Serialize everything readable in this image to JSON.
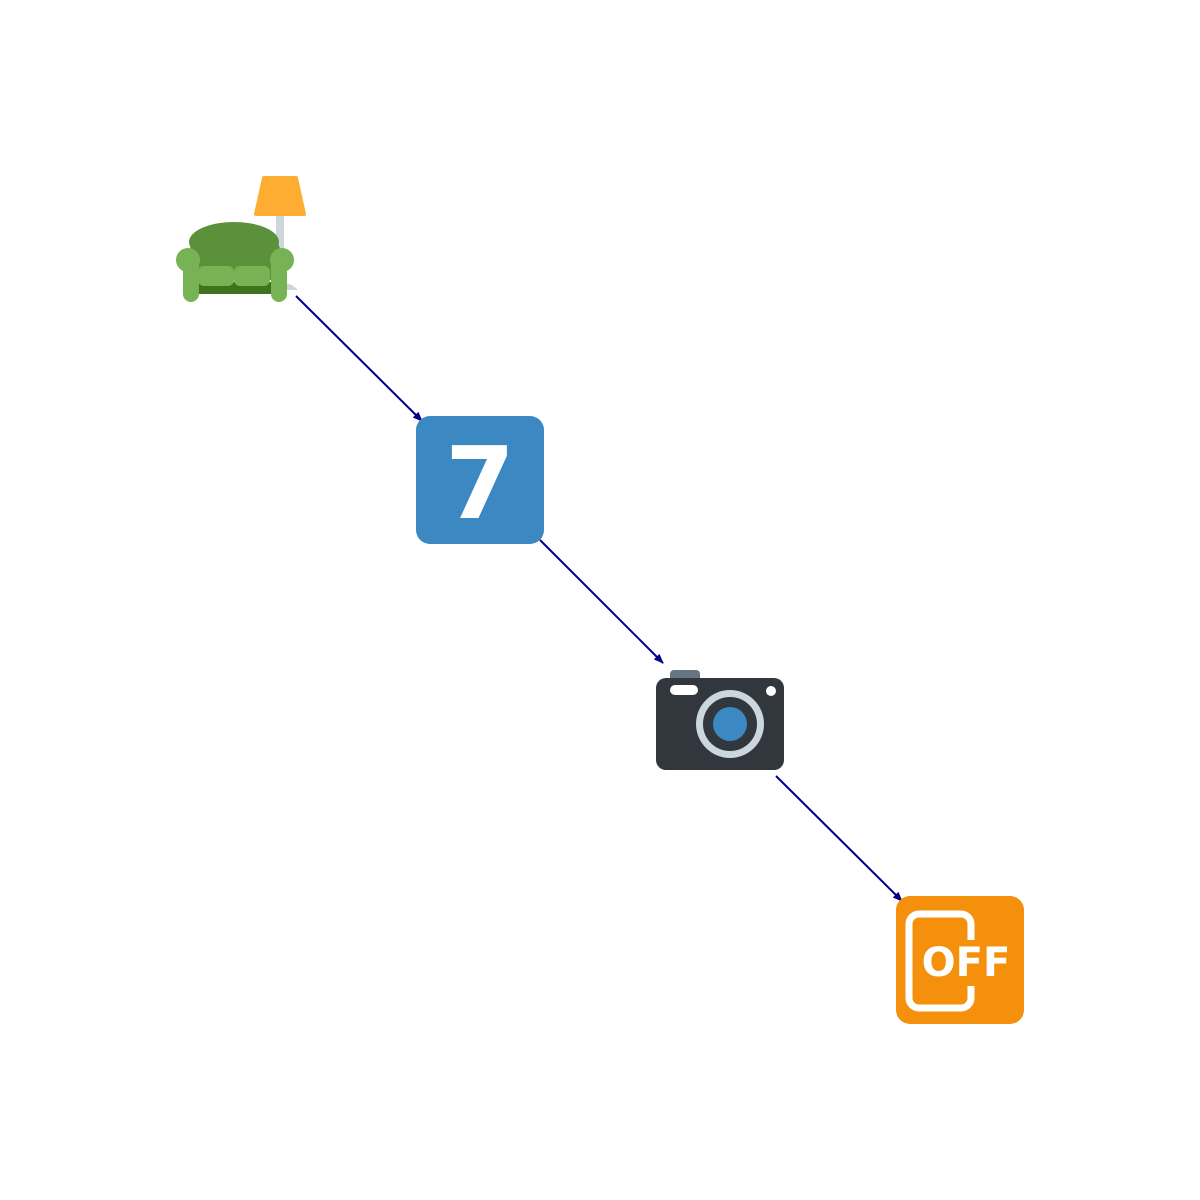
{
  "diagram": {
    "nodes": [
      {
        "id": "couch",
        "icon": "couch-and-lamp-icon"
      },
      {
        "id": "seven",
        "icon": "keycap-digit-seven-icon",
        "label": "7"
      },
      {
        "id": "camera",
        "icon": "camera-icon"
      },
      {
        "id": "off",
        "icon": "mobile-phone-off-icon",
        "label": "OFF"
      }
    ],
    "edges": [
      {
        "from": "couch",
        "to": "seven"
      },
      {
        "from": "seven",
        "to": "camera"
      },
      {
        "from": "camera",
        "to": "off"
      }
    ],
    "colors": {
      "edge": "#00008b",
      "keycap_blue": "#3b88c3",
      "off_orange": "#f4900c",
      "camera_body": "#31373d",
      "couch_green": "#77b255",
      "lamp_shade": "#ffac33"
    }
  }
}
